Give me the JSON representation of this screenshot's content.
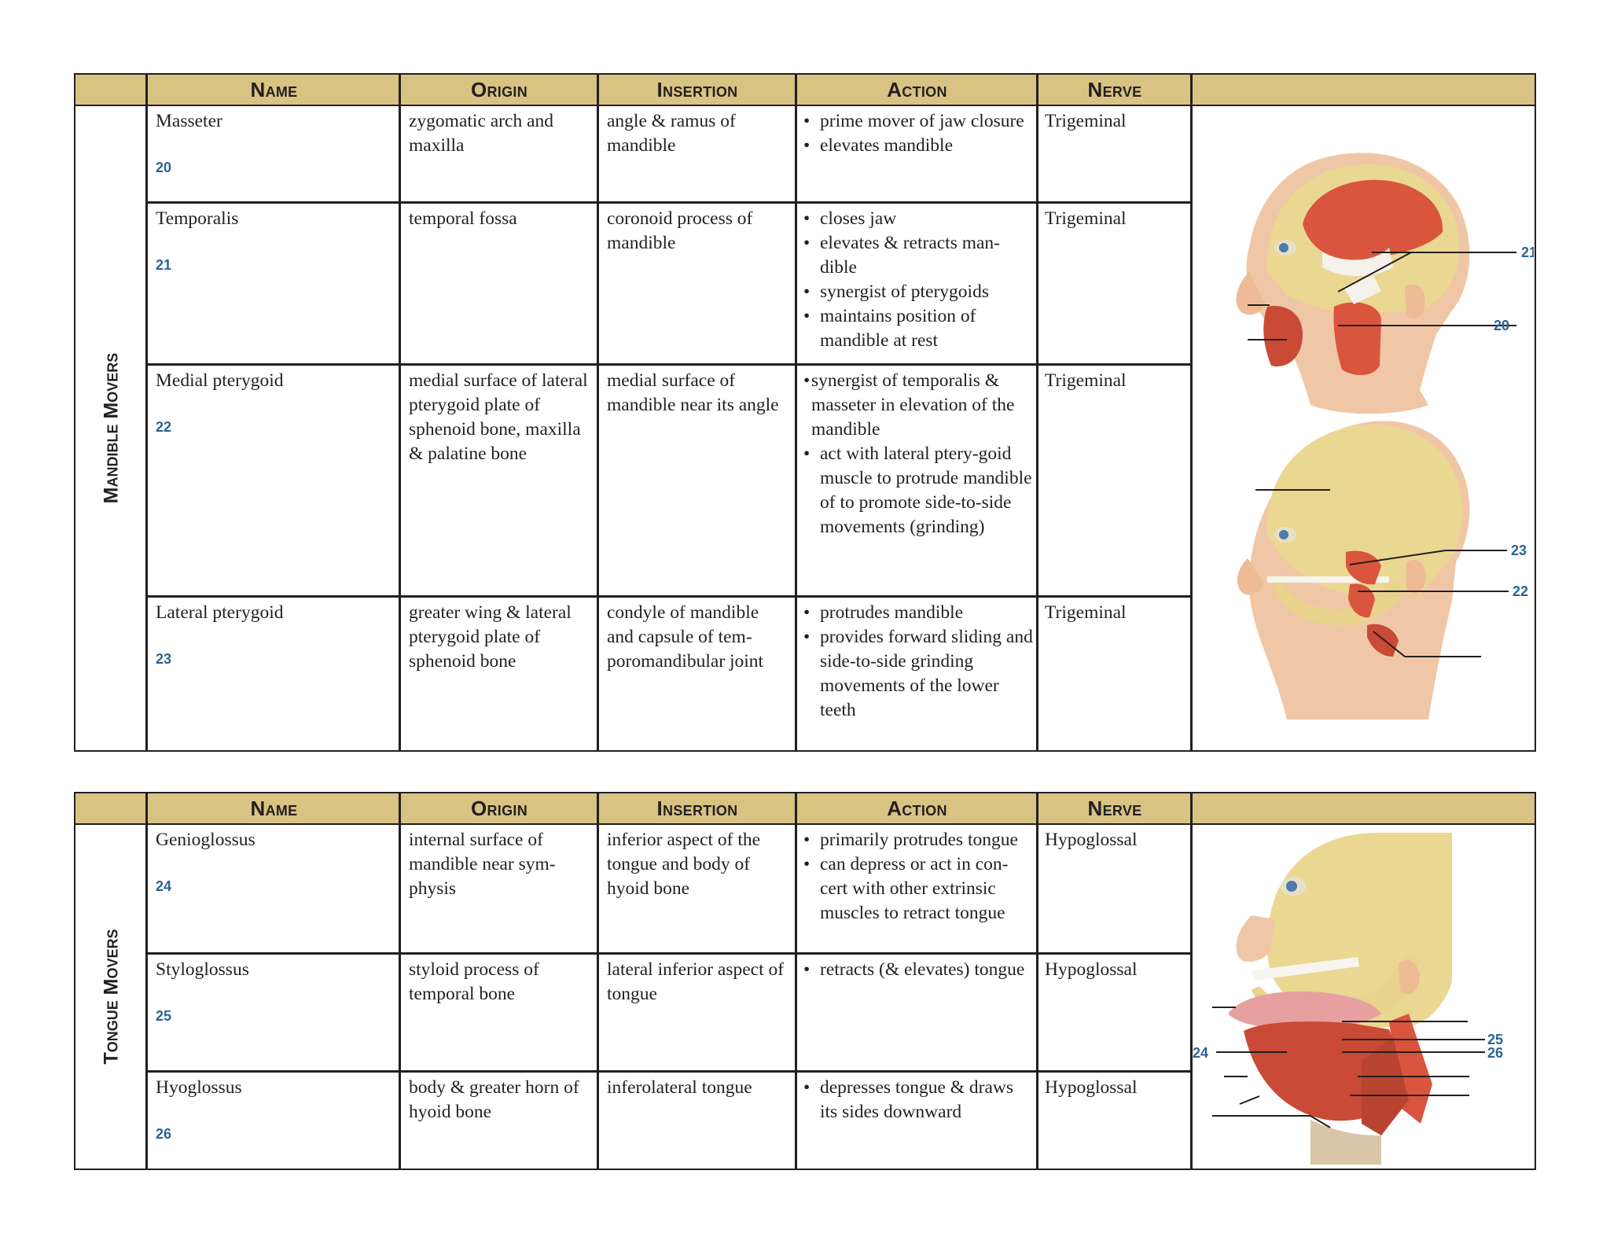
{
  "headers": {
    "name": "Name",
    "origin": "Origin",
    "insertion": "Insertion",
    "action": "Action",
    "nerve": "Nerve"
  },
  "mandible": {
    "section_label": "Mandible Movers",
    "rows": [
      {
        "name": "Masseter",
        "number": "20",
        "origin": "zygomatic arch and maxilla",
        "insertion": "angle & ramus of mandible",
        "actions": [
          "prime mover of jaw closure",
          "elevates mandible"
        ],
        "nerve": "Trigeminal"
      },
      {
        "name": "Temporalis",
        "number": "21",
        "origin": "temporal fossa",
        "insertion": "coronoid process of mandible",
        "actions": [
          "closes jaw",
          "elevates & retracts man-dible",
          "synergist of pterygoids",
          "maintains position of mandible at rest"
        ],
        "nerve": "Trigeminal"
      },
      {
        "name": "Medial pterygoid",
        "number": "22",
        "origin": "medial surface of lateral pterygoid plate of sphenoid bone, maxilla & palatine bone",
        "insertion": "medial surface of mandible near its angle",
        "actions": [
          "synergist of temporalis & masseter in elevation of the mandible",
          "act with lateral ptery-goid muscle to protrude mandible of to promote side-to-side movements (grinding)"
        ],
        "nerve": "Trigeminal"
      },
      {
        "name": "Lateral pterygoid",
        "number": "23",
        "origin": "greater wing & lateral pterygoid plate of sphenoid bone",
        "insertion": "condyle of mandible and capsule of tem-poromandibular joint",
        "actions": [
          "protrudes mandible",
          "provides forward sliding and side-to-side grinding movements of the lower teeth"
        ],
        "nerve": "Trigeminal"
      }
    ],
    "figure_labels": [
      "21",
      "20",
      "23",
      "22"
    ]
  },
  "tongue": {
    "section_label": "Tongue Movers",
    "rows": [
      {
        "name": "Genioglossus",
        "number": "24",
        "origin": "internal surface of mandible near sym-physis",
        "insertion": "inferior aspect of the tongue and body of hyoid bone",
        "actions": [
          "primarily protrudes tongue",
          "can depress or act in con-cert with other extrinsic muscles to retract tongue"
        ],
        "nerve": "Hypoglossal"
      },
      {
        "name": "Styloglossus",
        "number": "25",
        "origin": "styloid process of temporal bone",
        "insertion": "lateral inferior aspect of tongue",
        "actions": [
          "retracts (& elevates) tongue"
        ],
        "nerve": "Hypoglossal"
      },
      {
        "name": "Hyoglossus",
        "number": "26",
        "origin": "body & greater horn of hyoid bone",
        "insertion": "inferolateral tongue",
        "actions": [
          "depresses tongue & draws its sides downward"
        ],
        "nerve": "Hypoglossal"
      }
    ],
    "figure_labels": [
      "24",
      "25",
      "26"
    ]
  }
}
